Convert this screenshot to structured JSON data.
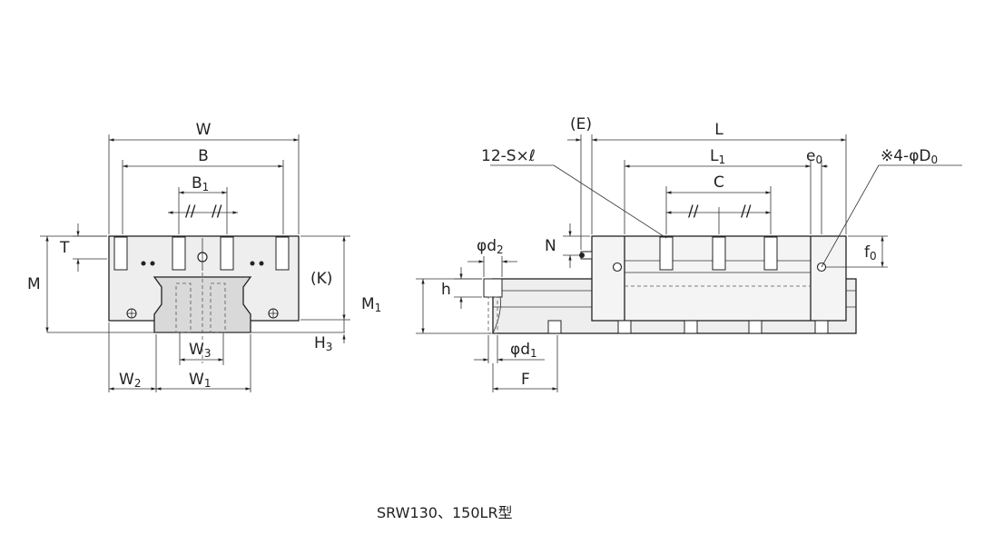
{
  "caption": "SRW130、150LR型",
  "labels": {
    "W": "W",
    "B": "B",
    "B1_main": "B",
    "B1_sub": "1",
    "T": "T",
    "M": "M",
    "K": "(K)",
    "H3_main": "H",
    "H3_sub": "3",
    "W3_main": "W",
    "W3_sub": "3",
    "W2_main": "W",
    "W2_sub": "2",
    "W1_main": "W",
    "W1_sub": "1",
    "E": "(E)",
    "L": "L",
    "L1_main": "L",
    "L1_sub": "1",
    "C": "C",
    "e0_main": "e",
    "e0_sub": "0",
    "D0": "※4-φD",
    "D0_sub": "0",
    "S": "12-S×ℓ",
    "N": "N",
    "d2_main": "φd",
    "d2_sub": "2",
    "h": "h",
    "M1_main": "M",
    "M1_sub": "1",
    "d1_main": "φd",
    "d1_sub": "1",
    "F": "F",
    "f0_main": "f",
    "f0_sub": "0"
  }
}
